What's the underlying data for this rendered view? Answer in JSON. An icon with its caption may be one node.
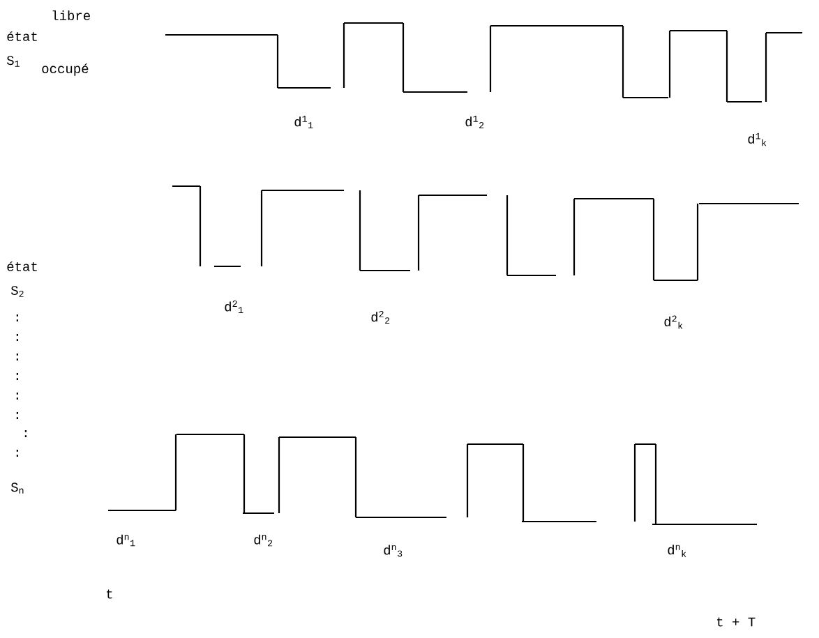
{
  "diagram": {
    "labels": [
      "libre",
      "état",
      "S$_{1}$",
      "occupé",
      "d$^{1}$$_{1}$",
      "d$^{1}$$_{2}$",
      "d$^{1}$$_{k}$",
      "état",
      "S$_{2}$",
      "d$^{2}$$_{1}$",
      "d$^{2}$$_{2}$",
      "d$^{2}$$_{k}$",
      ":",
      ":",
      ":",
      ":",
      ":",
      ":",
      ":",
      ":",
      "S$_{n}$",
      "d$^{n}$$_{1}$",
      "d$^{n}$$_{2}$",
      "d$^{n}$$_{3}$",
      "d$^{n}$$_{k}$",
      "t",
      "t + T"
    ]
  }
}
